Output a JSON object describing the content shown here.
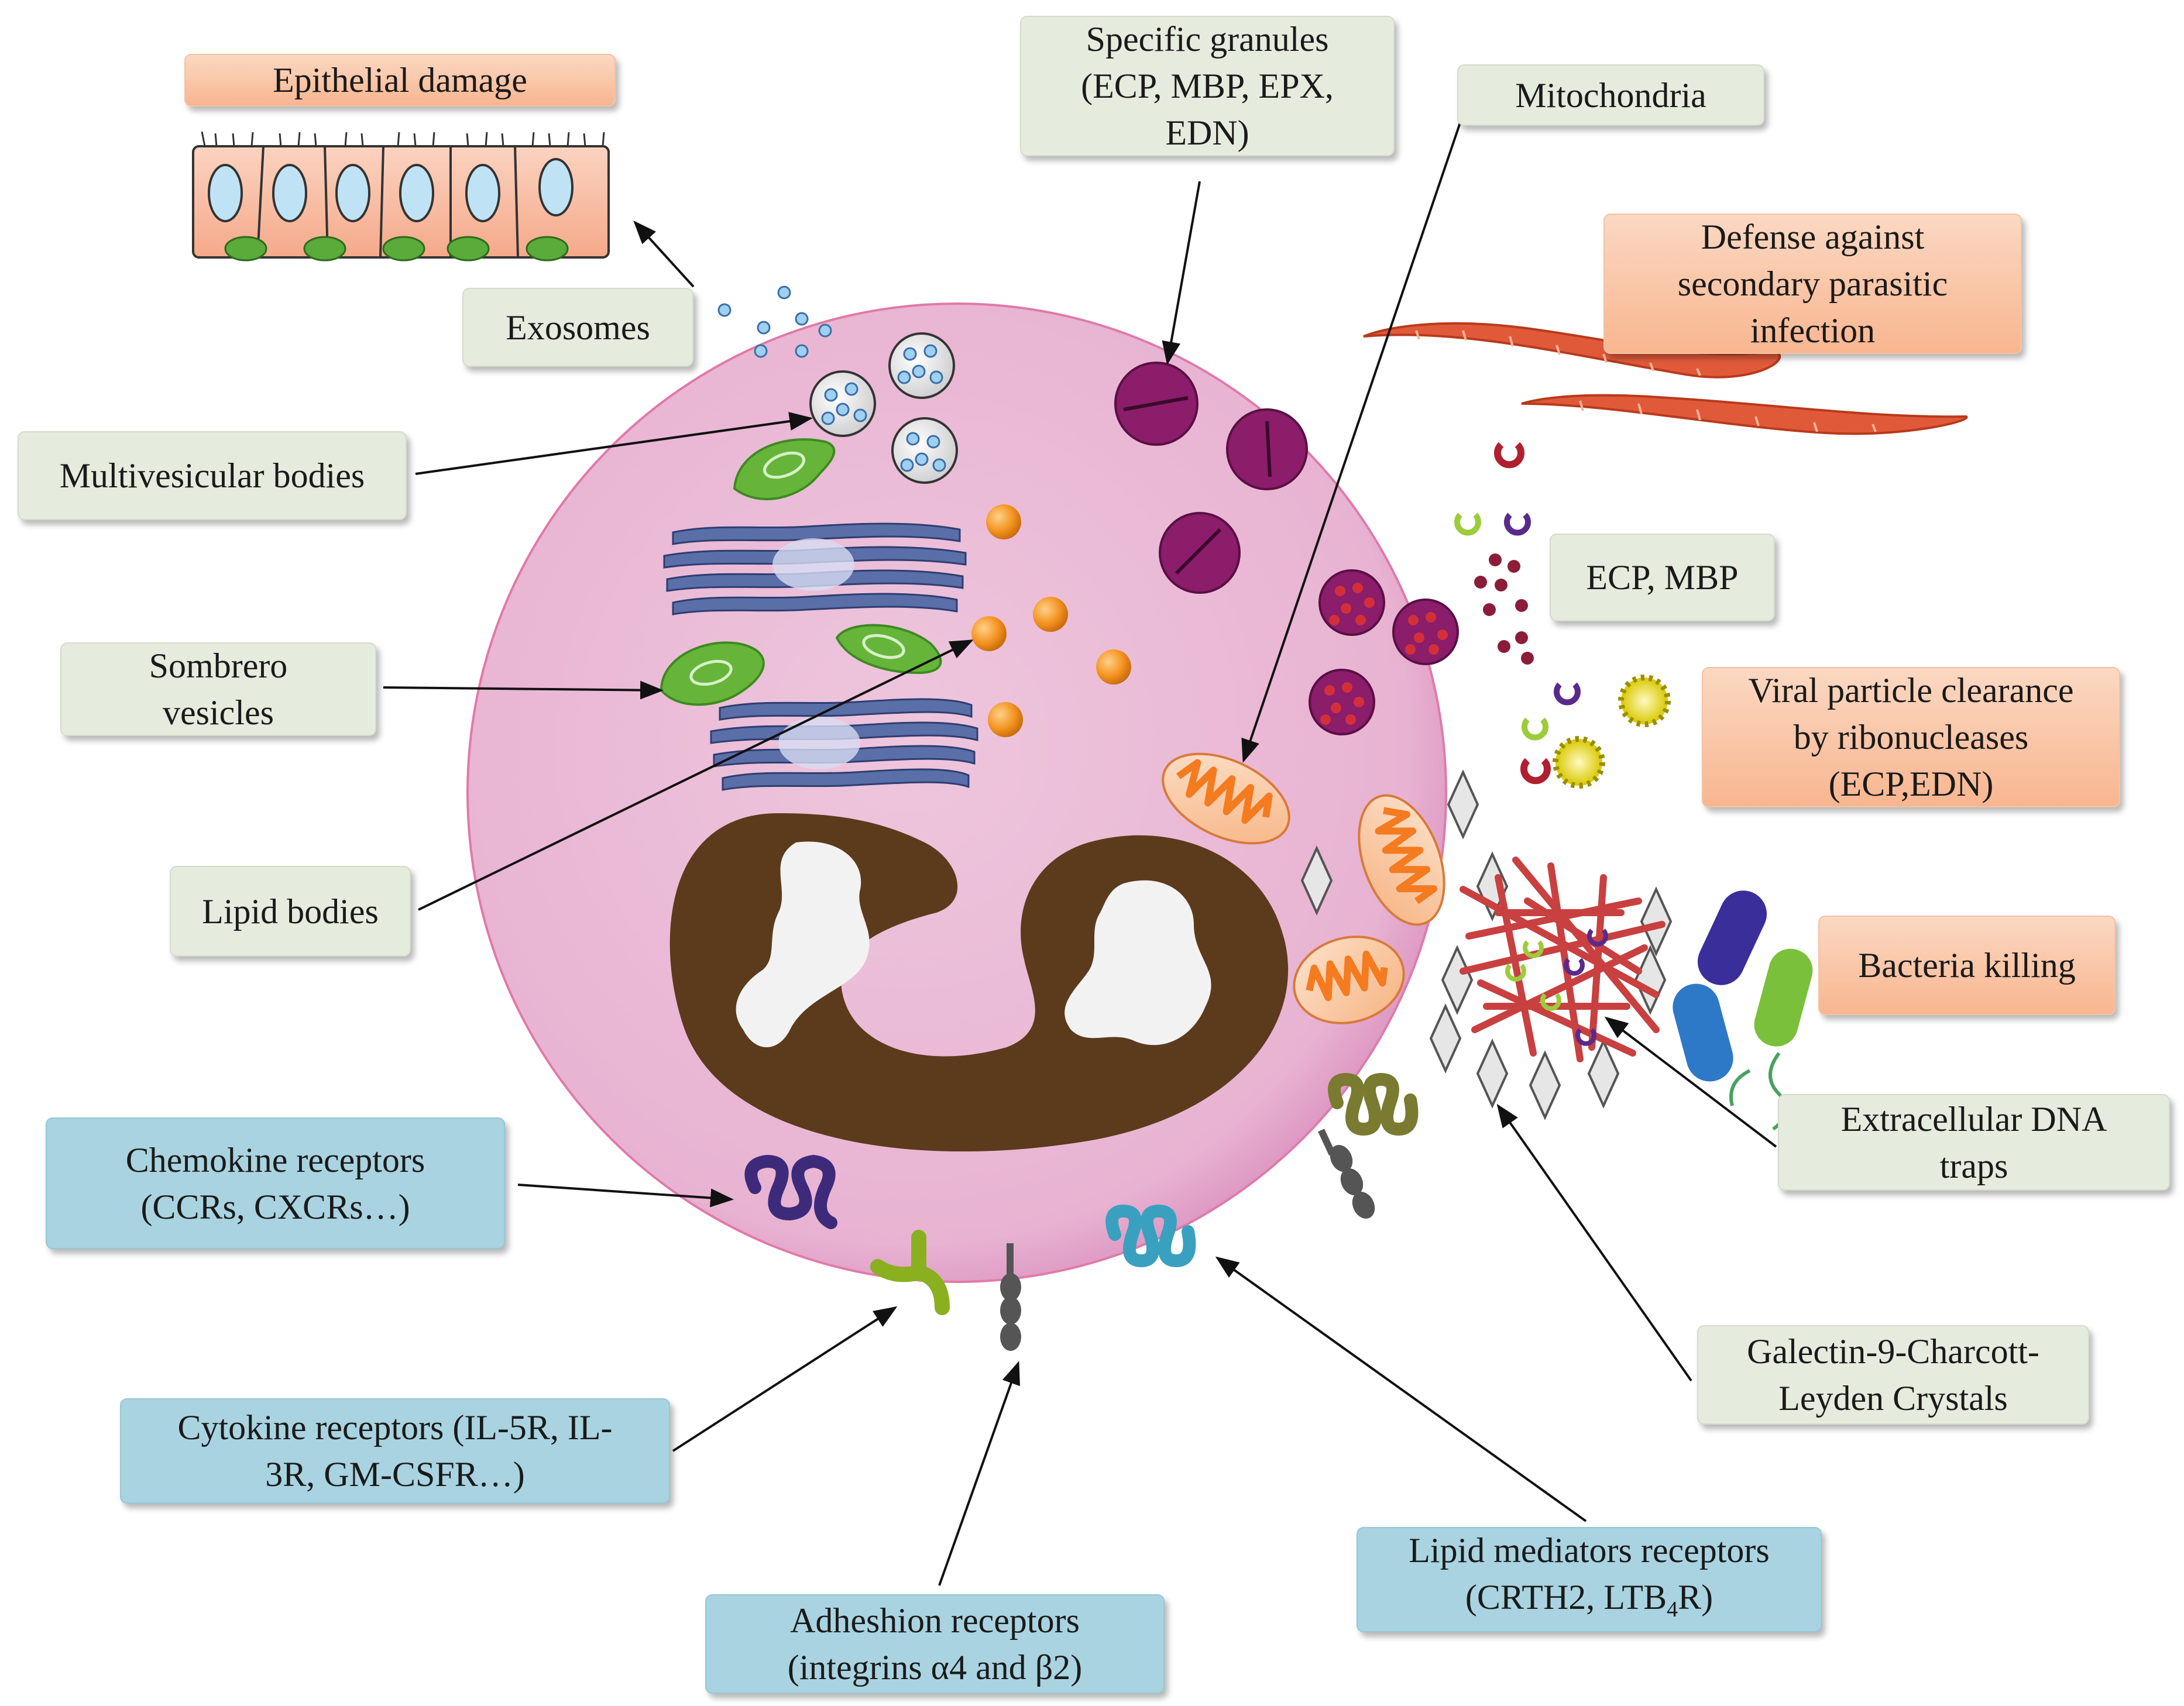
{
  "labels": {
    "epithelial_damage": "Epithelial damage",
    "exosomes": "Exosomes",
    "multivesicular_bodies": "Multivesicular bodies",
    "sombrero_vesicles": [
      "Sombrero",
      "vesicles"
    ],
    "lipid_bodies": "Lipid bodies",
    "specific_granules": [
      "Specific granules",
      "(ECP, MBP, EPX,",
      "EDN)"
    ],
    "mitochondria": "Mitochondria",
    "defense": [
      "Defense against",
      "secondary parasitic",
      "infection"
    ],
    "ecp_mbp": "ECP, MBP",
    "viral_clearance": [
      "Viral particle clearance",
      "by ribonucleases",
      "(ECP,EDN)"
    ],
    "bacteria_killing": "Bacteria killing",
    "extracellular_dna_traps": [
      "Extracellular DNA",
      "traps"
    ],
    "galectin": [
      "Galectin-9-Charcott-",
      "Leyden Crystals"
    ],
    "chemokine_receptors": [
      "Chemokine receptors",
      "(CCRs, CXCRs…)"
    ],
    "cytokine_receptors": [
      "Cytokine receptors (IL-5R, IL-",
      "3R, GM-CSFR…)"
    ],
    "adhesion_receptors": [
      "Adheshion receptors",
      "(integrins α4 and β2)"
    ],
    "lipid_mediators_receptors": {
      "line1": "Lipid mediators receptors",
      "line2_pre": "(CRTH2, LTB",
      "line2_sub": "4",
      "line2_post": "R)"
    }
  },
  "colors": {
    "cell": "#ebb8d6",
    "nucleus": "#5c3a1c",
    "granule": "#8b1d6a",
    "golgi": "#4a5d9a",
    "sombrero": "#66b53a",
    "lipid_body": "#f39320",
    "mitochondria": "#f47b20",
    "parasite": "#e05a3a",
    "label_green": "#e5ebdd",
    "label_orange": "#f8b690",
    "label_blue": "#a9d3e0"
  }
}
